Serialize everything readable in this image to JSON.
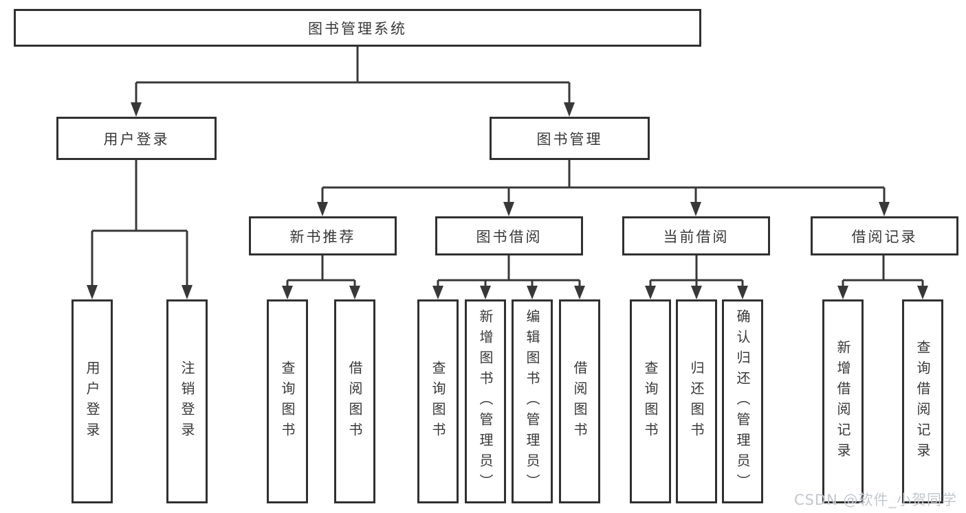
{
  "nodes": {
    "root": {
      "label": "图书管理系统"
    },
    "user_login": {
      "label": "用户登录",
      "children": [
        "用户登录",
        "注销登录"
      ]
    },
    "book_management": {
      "label": "图书管理"
    },
    "new_book_recommend": {
      "label": "新书推荐",
      "children": [
        "查询图书",
        "借阅图书"
      ]
    },
    "book_borrow": {
      "label": "图书借阅",
      "children": [
        "查询图书",
        "新增图书（管理员）",
        "编辑图书（管理员）",
        "借阅图书"
      ]
    },
    "current_borrow": {
      "label": "当前借阅",
      "children": [
        "查询图书",
        "归还图书",
        "确认归还（管理员）"
      ]
    },
    "borrow_record": {
      "label": "借阅记录",
      "children": [
        "新增借阅记录",
        "查询借阅记录"
      ]
    }
  },
  "watermark": "CSDN @软件_小贺同学",
  "colors": {
    "line": "#383838",
    "box_border": "#303030",
    "text": "#383838",
    "watermark": "#c3c7cc",
    "background": "#ffffff"
  }
}
